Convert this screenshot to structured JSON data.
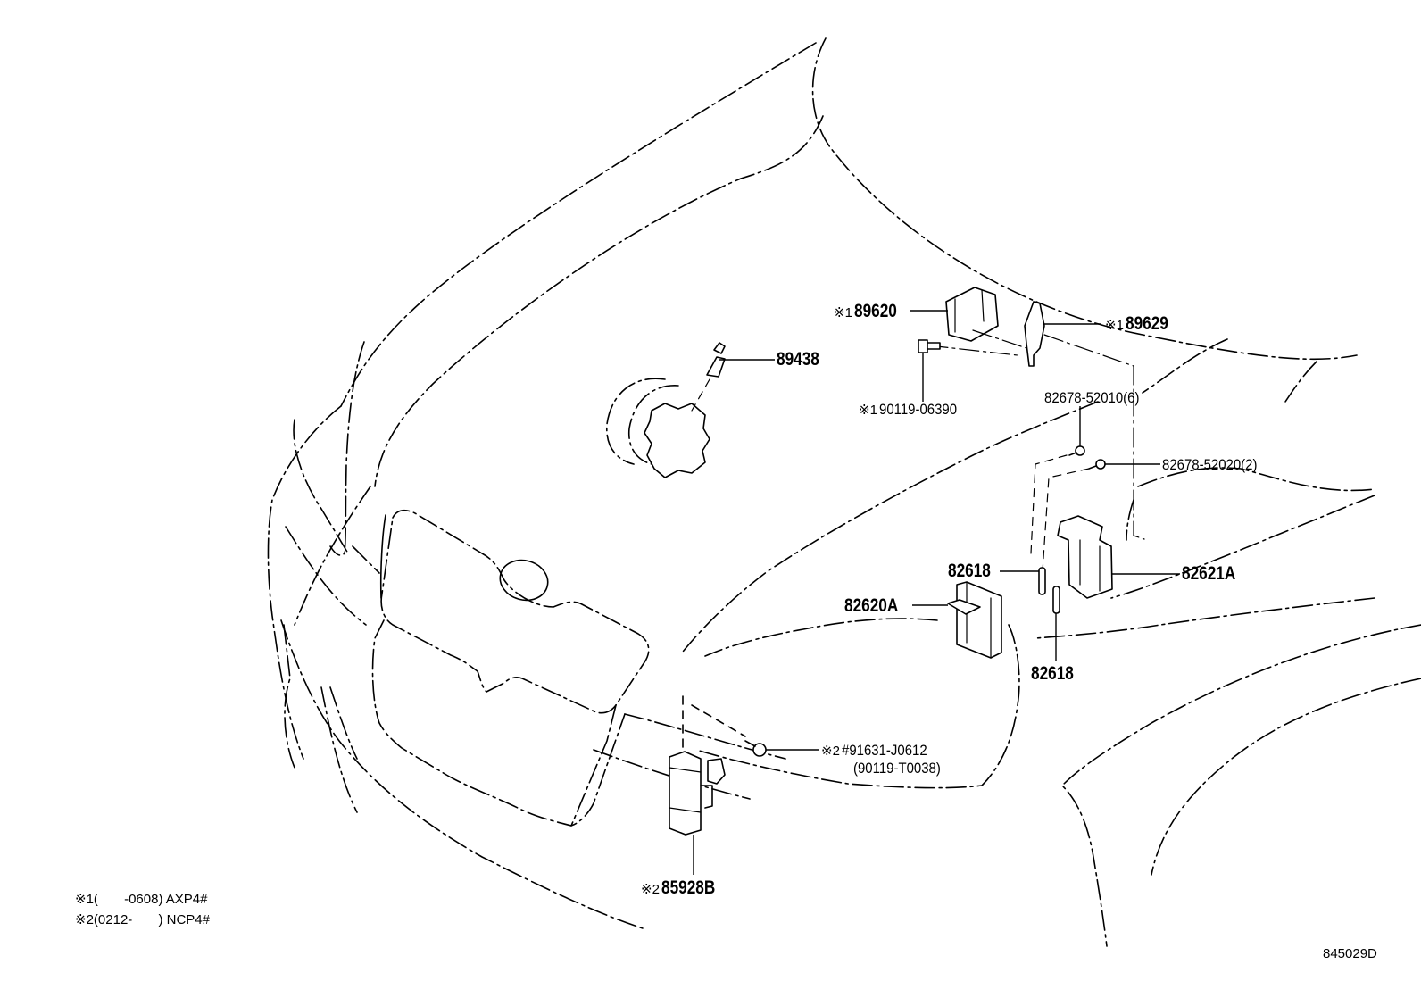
{
  "diagram": {
    "illustration_code": "845029D",
    "subject": "front vehicle body with electronic control components (exploded parts view)"
  },
  "callouts": [
    {
      "id": "c89620",
      "mark": "※1",
      "part_no": "89620"
    },
    {
      "id": "c89629",
      "mark": "※1",
      "part_no": "89629"
    },
    {
      "id": "c89438",
      "mark": "",
      "part_no": "89438"
    },
    {
      "id": "c90119_06390",
      "mark": "※1",
      "part_no": "90119-06390"
    },
    {
      "id": "c82678_52010",
      "mark": "",
      "part_no": "82678-52010(6)"
    },
    {
      "id": "c82678_52020",
      "mark": "",
      "part_no": "82678-52020(2)"
    },
    {
      "id": "c82621A",
      "mark": "",
      "part_no": "82621A"
    },
    {
      "id": "c82618_top",
      "mark": "",
      "part_no": "82618"
    },
    {
      "id": "c82620A",
      "mark": "",
      "part_no": "82620A"
    },
    {
      "id": "c82618_bottom",
      "mark": "",
      "part_no": "82618"
    },
    {
      "id": "c91631",
      "mark": "※2",
      "part_no": "#91631-J0612",
      "alt_part_no": "(90119-T0038)"
    },
    {
      "id": "c85928B",
      "mark": "※2",
      "part_no": "85928B"
    }
  ],
  "legend": [
    {
      "mark": "※1",
      "text": "(       -0608) AXP4#"
    },
    {
      "mark": "※2",
      "text": "(0212-       ) NCP4#"
    }
  ]
}
